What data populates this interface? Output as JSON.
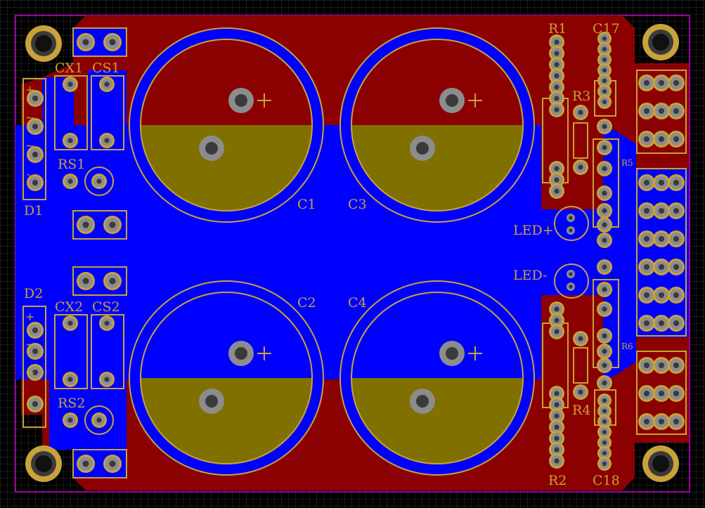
{
  "colors": {
    "background": "#000000",
    "grid": "#2a2a2a",
    "outline": "#a000a0",
    "copper_top": "#8b0000",
    "copper_bottom": "#0000ff",
    "silk": "#c8a23a",
    "pad": "#8c8c8c",
    "drill": "#3a3a3a"
  },
  "labels": {
    "r1": "R1",
    "c17": "C17",
    "r3": "R3",
    "r5": "R5",
    "cx1": "CX1",
    "cs1": "CS1",
    "rs1": "RS1",
    "d1": "D1",
    "c1": "C1",
    "c3": "C3",
    "c2": "C2",
    "c4": "C4",
    "led_plus": "LED+",
    "led_minus": "LED-",
    "d2": "D2",
    "cx2": "CX2",
    "cs2": "CS2",
    "rs2": "RS2",
    "r6": "R6",
    "r4": "R4",
    "r2": "R2",
    "c18": "C18",
    "plus": "+",
    "tilde": "~",
    "minus": "-"
  }
}
